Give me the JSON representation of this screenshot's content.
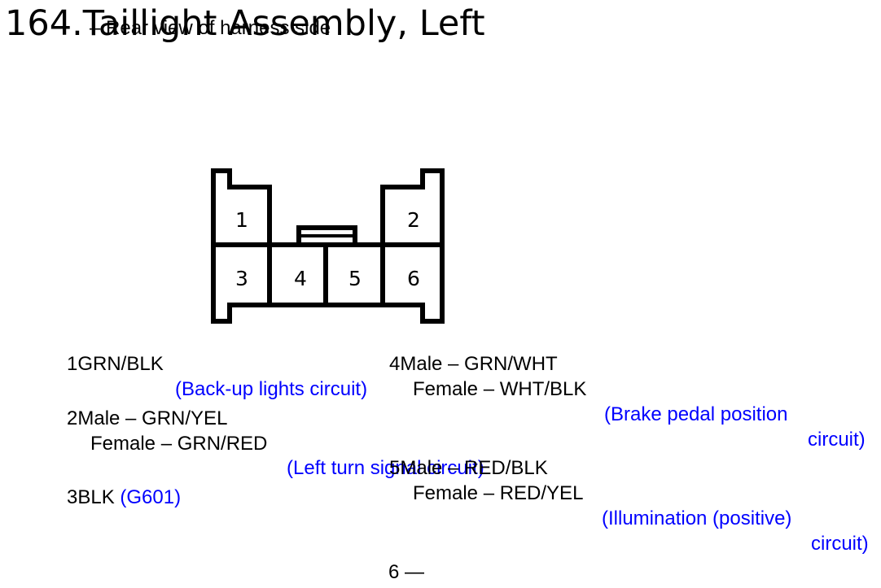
{
  "page": {
    "title": "164.Taillight Assembly, Left",
    "ghost_text": "– Rear view of harness side",
    "footer": "6 —"
  },
  "connector": {
    "pins": [
      "1",
      "2",
      "3",
      "4",
      "5",
      "6"
    ]
  },
  "pins": [
    {
      "line1": "1GRN/BLK",
      "note": "(Back-up lights circuit)"
    },
    {
      "line1": "2Male – GRN/YEL",
      "line2": "Female – GRN/RED",
      "note": "(Left turn signal circuit)"
    },
    {
      "line1": "3BLK",
      "note": "(G601)"
    },
    {
      "line1": "4Male – GRN/WHT",
      "line2": "Female – WHT/BLK",
      "note1": "(Brake pedal position",
      "note2": "circuit)"
    },
    {
      "line1": "5Male – RED/BLK",
      "line2": "Female – RED/YEL",
      "note1": "(Illumination (positive)",
      "note2": "circuit)"
    }
  ],
  "colors": {
    "note": "#0000ff",
    "text": "#000000"
  }
}
